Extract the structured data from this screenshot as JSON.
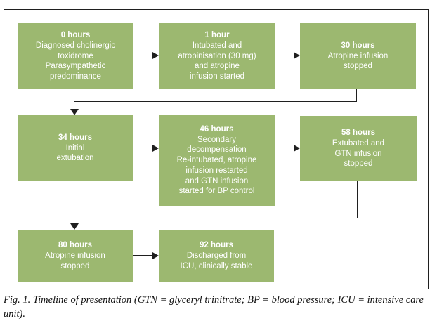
{
  "colors": {
    "box_green": "#9CB870",
    "line_color": "#1F1F1F",
    "text_on_green": "#FFFFFF",
    "background": "#FFFFFF"
  },
  "figure": {
    "caption": "Fig. 1. Timeline of presentation (GTN = glyceryl trinitrate; BP = blood pressure; ICU = intensive care unit)."
  },
  "boxes": [
    {
      "time": "0 hours",
      "body": "Diagnosed cholinergic\ntoxidrome\nParasympathetic\npredominance"
    },
    {
      "time": "1 hour",
      "body": "Intubated and\natropinisation (30 mg)\nand atropine\ninfusion started"
    },
    {
      "time": "30 hours",
      "body": "Atropine infusion\nstopped"
    },
    {
      "time": "34 hours",
      "body": "Initial\nextubation"
    },
    {
      "time": "46 hours",
      "body": "Secondary\ndecompensation\nRe-intubated, atropine\ninfusion restarted\nand GTN infusion\nstarted for BP control"
    },
    {
      "time": "58 hours",
      "body": "Extubated and\nGTN infusion\nstopped"
    },
    {
      "time": "80 hours",
      "body": "Atropine infusion\nstopped"
    },
    {
      "time": "92 hours",
      "body": "Discharged from\nICU, clinically stable"
    }
  ]
}
